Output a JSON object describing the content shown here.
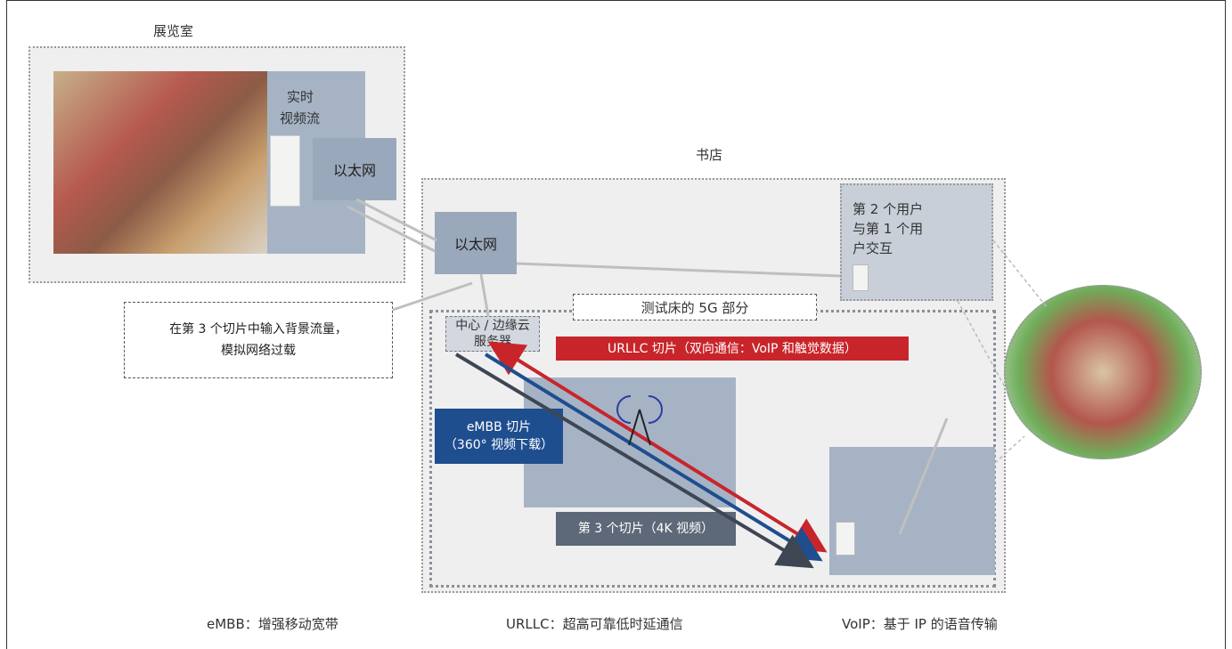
{
  "labels": {
    "showroom": "展览室",
    "live_stream_line1": "实时",
    "live_stream_line2": "视频流",
    "ethernet_showroom": "以太网",
    "bookstore": "书店",
    "ethernet_bookstore": "以太网",
    "user2_line1": "第 2 个用户",
    "user2_line2": "与第 1 个用",
    "user2_line3": "户交互",
    "testbed_5g": "测试床的 5G 部分",
    "server_line1": "中心 / 边缘云",
    "server_line2": "服务器",
    "urllc_slice": "URLLC 切片（双向通信：VoIP 和触觉数据）",
    "embb_line1": "eMBB 切片",
    "embb_line2": "（360° 视频下载）",
    "slice3": "第 3 个切片（4K 视频）",
    "note_line1": "在第 3 个切片中输入背景流量，",
    "note_line2": "模拟网络过载"
  },
  "legend": {
    "embb": "eMBB：增强移动宽带",
    "urllc": "URLLC：超高可靠低时延通信",
    "voip": "VoIP：基于 IP 的语音传输"
  },
  "colors": {
    "urllc": "#c8252b",
    "embb": "#1f4e8f",
    "slice3": "#5d6878",
    "box_fill": "#9aa8bb",
    "region_fill": "#efeff0"
  }
}
